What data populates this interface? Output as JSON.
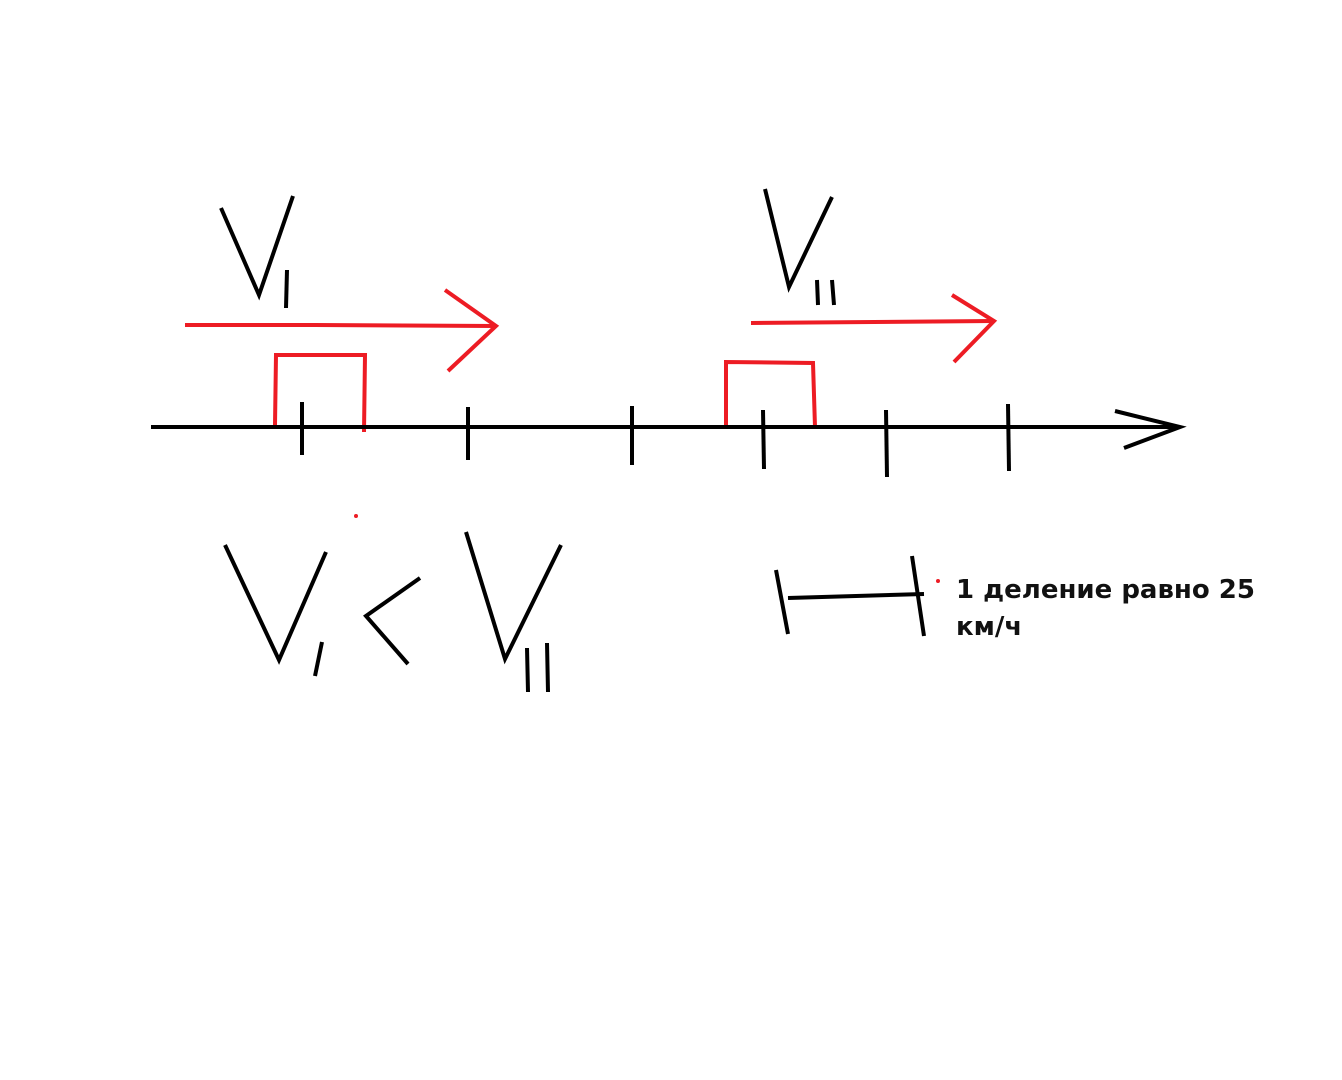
{
  "diagram": {
    "scale_note": "1 деление равно 25 км/ч",
    "colors": {
      "ink": "#000000",
      "highlight": "#ed1c24"
    },
    "labels": {
      "v1": "V₁",
      "v2": "V₂",
      "comparison": "V₁ < V₂"
    },
    "tick_count": 6
  }
}
